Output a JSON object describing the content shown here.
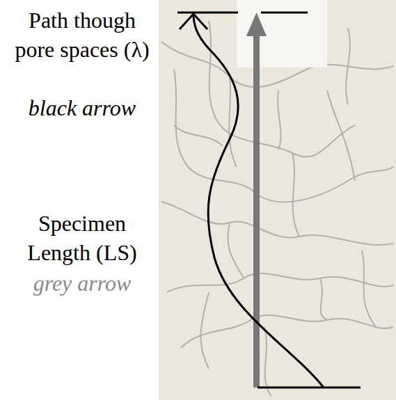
{
  "diagram": {
    "labels": [
      "Path though pore spaces (λ)",
      "black arrow",
      "Specimen Length (LS)",
      "grey arrow"
    ]
  }
}
